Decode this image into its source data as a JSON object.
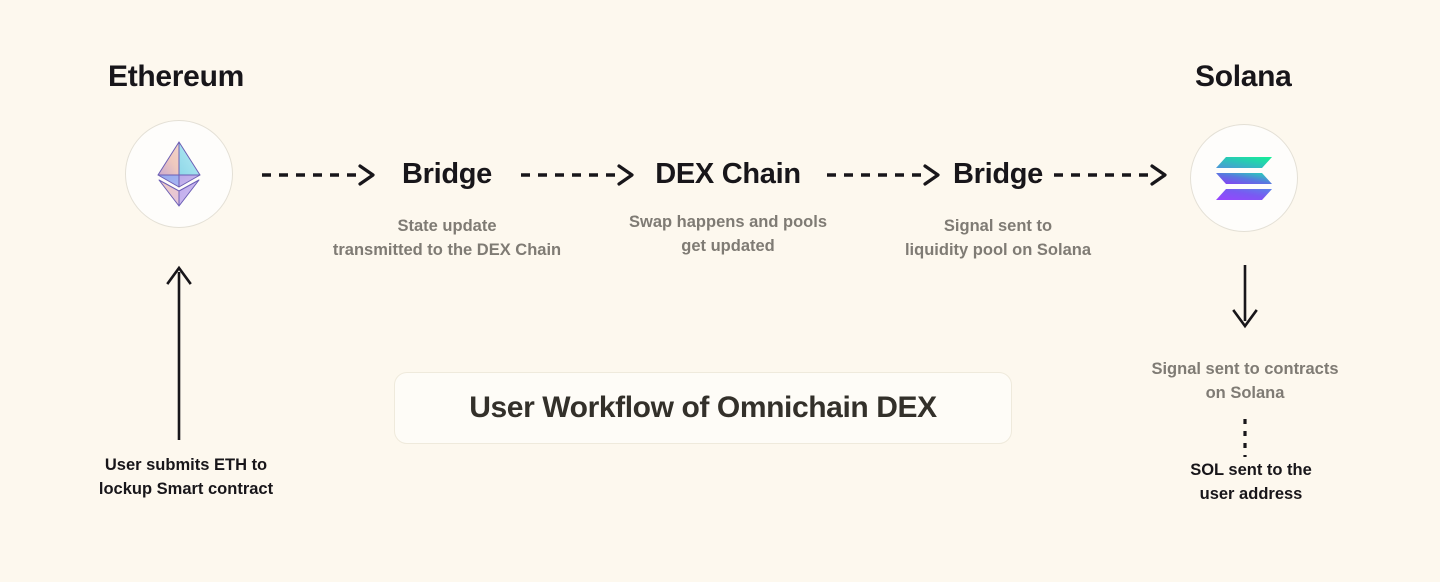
{
  "background_color": "#FDF8EE",
  "title_card": {
    "text": "User Workflow of Omnichain DEX",
    "border_color": "#EFEADC",
    "fill_color": "#FEFCF7",
    "text_color": "#33302A"
  },
  "chains": {
    "left": {
      "name": "Ethereum",
      "logo_icon": "ethereum-logo-icon",
      "inbound_caption": "User submits ETH to\nlockup Smart contract",
      "inbound_arrow": "solid-up-arrow"
    },
    "right": {
      "name": "Solana",
      "logo_icon": "solana-logo-icon",
      "outbound_caption": "Signal sent to contracts\non Solana",
      "outbound_arrow": "solid-down-arrow",
      "final_caption": "SOL sent to the\nuser address",
      "final_connector": "vertical-dotted-line"
    }
  },
  "flow": {
    "arrow_icon": "dashed-right-arrow",
    "nodes": [
      {
        "label": "Bridge",
        "caption": "State update\ntransmitted to the DEX Chain"
      },
      {
        "label": "DEX Chain",
        "caption": "Swap happens and pools\nget updated"
      },
      {
        "label": "Bridge",
        "caption": "Signal sent to\nliquidity pool on Solana"
      }
    ]
  },
  "colors": {
    "heading": "#18161A",
    "caption_gray": "#7F7B74",
    "caption_dark": "#18161A",
    "arrow_stroke": "#18161A",
    "circle_border": "#E4E0D6",
    "circle_fill": "#FEFDFB"
  }
}
